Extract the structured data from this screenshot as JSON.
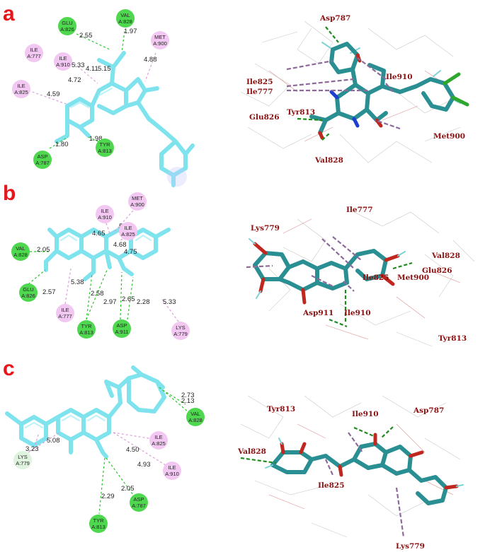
{
  "panels": [
    {
      "label": "a",
      "residues": [
        {
          "name": "GLU",
          "id": "A:826",
          "type": "hbond"
        },
        {
          "name": "VAL",
          "id": "A:828",
          "type": "hbond"
        },
        {
          "name": "MET",
          "id": "A:900",
          "type": "hydrophobic"
        },
        {
          "name": "ILE",
          "id": "A:777",
          "type": "hydrophobic"
        },
        {
          "name": "ILE",
          "id": "A:910",
          "type": "hydrophobic"
        },
        {
          "name": "ILE",
          "id": "A:825",
          "type": "hydrophobic"
        },
        {
          "name": "ASP",
          "id": "A:787",
          "type": "hbond"
        },
        {
          "name": "TYR",
          "id": "A:813",
          "type": "hbond"
        }
      ],
      "distances": [
        "2.55",
        "1.97",
        "4.88",
        "5.33",
        "4.11",
        "5.15",
        "4.72",
        "4.59",
        "1.80",
        "1.98"
      ],
      "labels_3d": [
        "Asp787",
        "Ile825",
        "Ile777",
        "Ile910",
        "Glu826",
        "Tyr813",
        "Met900",
        "Val828"
      ]
    },
    {
      "label": "b",
      "residues": [
        {
          "name": "MET",
          "id": "A:900",
          "type": "hydrophobic"
        },
        {
          "name": "ILE",
          "id": "A:910",
          "type": "hydrophobic"
        },
        {
          "name": "ILE",
          "id": "A:825",
          "type": "hydrophobic"
        },
        {
          "name": "VAL",
          "id": "A:828",
          "type": "hbond"
        },
        {
          "name": "GLU",
          "id": "A:826",
          "type": "hbond"
        },
        {
          "name": "ILE",
          "id": "A:777",
          "type": "hydrophobic"
        },
        {
          "name": "TYR",
          "id": "A:813",
          "type": "hbond"
        },
        {
          "name": "ASP",
          "id": "A:911",
          "type": "hbond"
        },
        {
          "name": "LYS",
          "id": "A:779",
          "type": "hydrophobic"
        }
      ],
      "distances": [
        "4.65",
        "5.20",
        "4.68",
        "4.75",
        "2.05",
        "5.38",
        "2.57",
        "2.58",
        "2.97",
        "2.65",
        "2.28",
        "5.33"
      ],
      "labels_3d": [
        "Ile777",
        "Lys779",
        "Val828",
        "Glu826",
        "Ile825",
        "Met900",
        "Asp911",
        "Ile910",
        "Tyr813"
      ]
    },
    {
      "label": "c",
      "residues": [
        {
          "name": "VAL",
          "id": "A:828",
          "type": "hbond"
        },
        {
          "name": "LYS",
          "id": "A:779",
          "type": "weak"
        },
        {
          "name": "ILE",
          "id": "A:825",
          "type": "hydrophobic"
        },
        {
          "name": "ILE",
          "id": "A:910",
          "type": "hydrophobic"
        },
        {
          "name": "ASP",
          "id": "A:787",
          "type": "hbond"
        },
        {
          "name": "TYR",
          "id": "A:813",
          "type": "hbond"
        }
      ],
      "distances": [
        "2.73",
        "2.13",
        "3.23",
        "5.08",
        "4.50",
        "4.93",
        "2.05",
        "2.29"
      ],
      "labels_3d": [
        "Tyr813",
        "Ile910",
        "Asp787",
        "Val828",
        "Ile825",
        "Lys779"
      ]
    }
  ],
  "colors": {
    "hbond_residue": "#4fd84f",
    "hydrophobic_residue": "#f2c8f2",
    "weak_residue": "#dff3df",
    "ligand_bond": "#7fe3ee",
    "panel_label": "#e8151b",
    "label_3d": "#8b1010"
  }
}
